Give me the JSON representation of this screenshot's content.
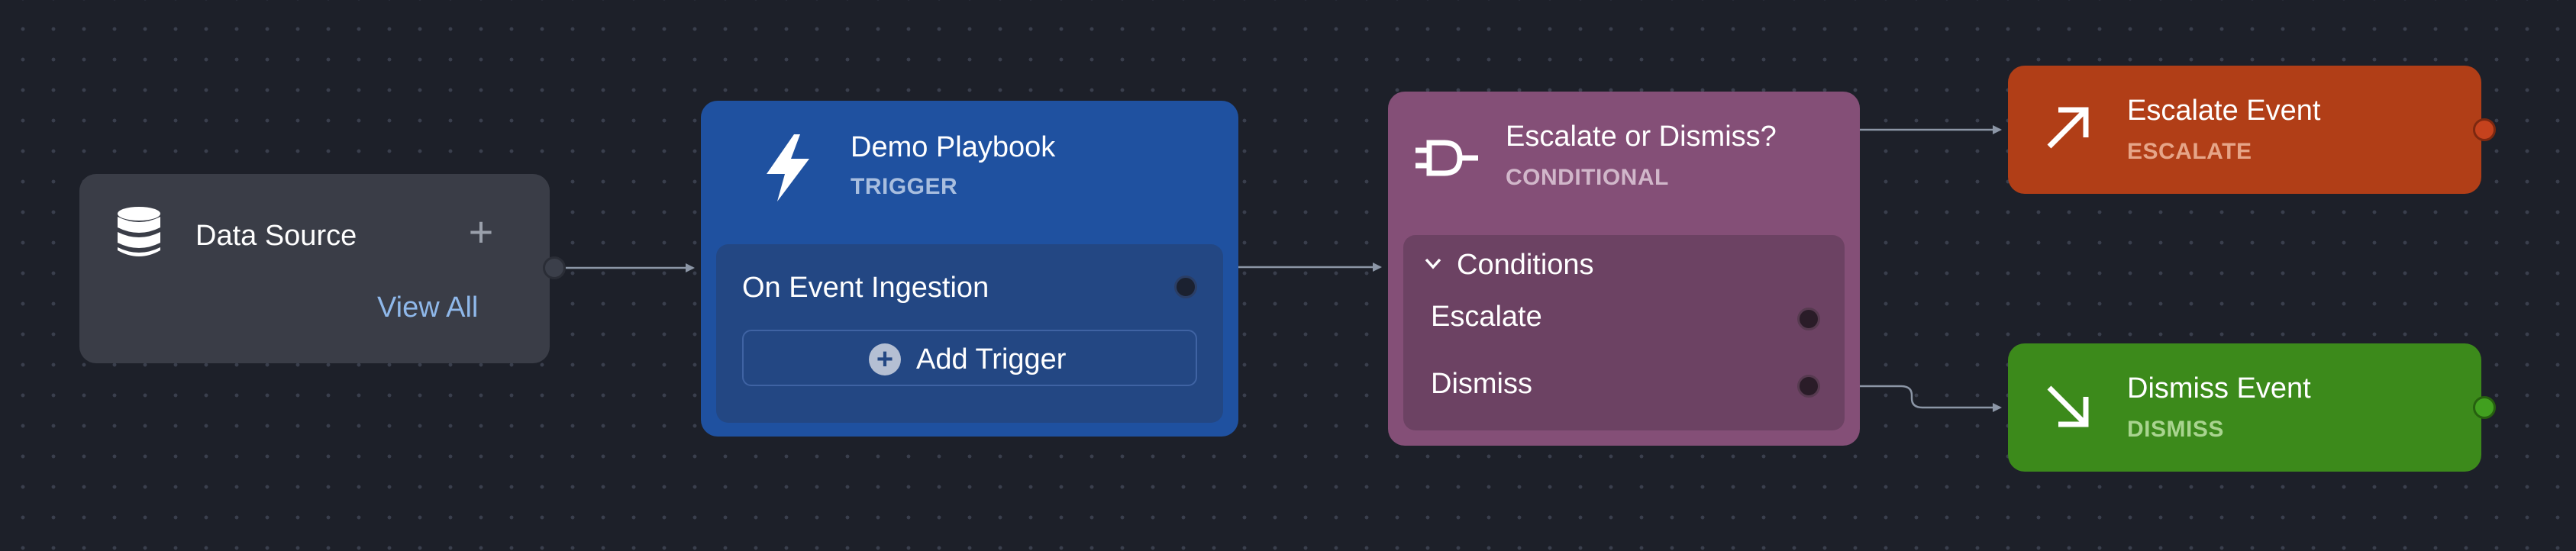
{
  "nodes": {
    "data_source": {
      "title": "Data Source",
      "add_label": "+",
      "view_all_label": "View All",
      "icon": "database-icon",
      "color": "#3a3d47"
    },
    "trigger": {
      "title": "Demo Playbook",
      "subtitle": "TRIGGER",
      "icon": "lightning-icon",
      "event_label": "On Event Ingestion",
      "add_trigger_label": "Add Trigger",
      "color": "#1f51a0"
    },
    "conditional": {
      "title": "Escalate or Dismiss?",
      "subtitle": "CONDITIONAL",
      "icon": "logic-gate-icon",
      "conditions_label": "Conditions",
      "conditions": [
        "Escalate",
        "Dismiss"
      ],
      "color": "#844f77"
    },
    "escalate": {
      "title": "Escalate Event",
      "subtitle": "ESCALATE",
      "icon": "arrow-up-right-icon",
      "color": "#b13e17"
    },
    "dismiss": {
      "title": "Dismiss Event",
      "subtitle": "DISMISS",
      "icon": "arrow-down-right-icon",
      "color": "#3c8a1b"
    }
  },
  "edge_color": "#8c96a6"
}
